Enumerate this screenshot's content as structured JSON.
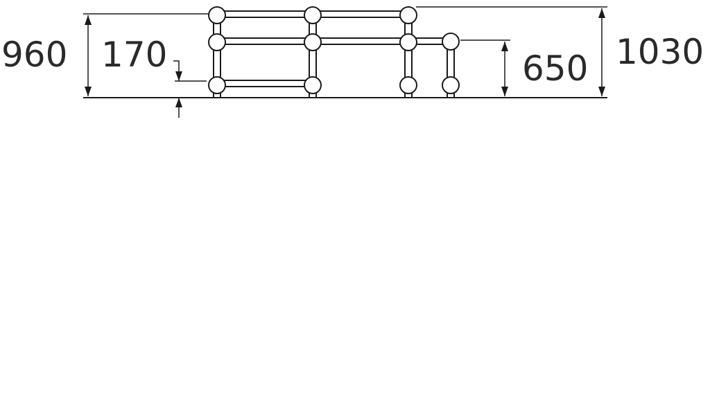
{
  "diagram": {
    "line_color": "#1a1a1a",
    "text_color": "#2a2a2a",
    "background": "#ffffff",
    "dimensions": {
      "left_height": "960",
      "bottom_offset": "170",
      "right_inner_height": "650",
      "right_total_height": "1030"
    }
  }
}
